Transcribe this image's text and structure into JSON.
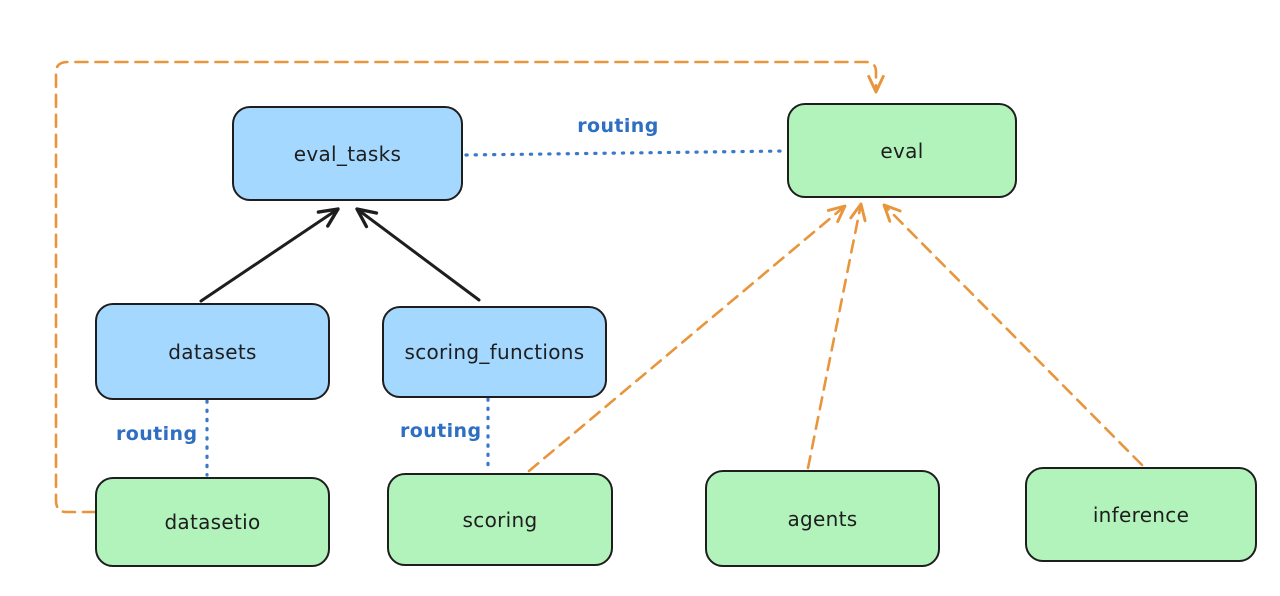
{
  "nodes": {
    "eval_tasks": {
      "label": "eval_tasks",
      "variant": "blue"
    },
    "eval": {
      "label": "eval",
      "variant": "green"
    },
    "datasets": {
      "label": "datasets",
      "variant": "blue"
    },
    "scoring_functions": {
      "label": "scoring_functions",
      "variant": "blue"
    },
    "datasetio": {
      "label": "datasetio",
      "variant": "green"
    },
    "scoring": {
      "label": "scoring",
      "variant": "green"
    },
    "agents": {
      "label": "agents",
      "variant": "green"
    },
    "inference": {
      "label": "inference",
      "variant": "green"
    }
  },
  "edges": {
    "eval_tasks__eval": {
      "from": "eval_tasks",
      "to": "eval",
      "style": "dotted",
      "color": "#3b78c9",
      "label": "routing"
    },
    "datasets__datasetio": {
      "from": "datasets",
      "to": "datasetio",
      "style": "dotted",
      "color": "#3b78c9",
      "label": "routing"
    },
    "scoring_functions__scoring": {
      "from": "scoring_functions",
      "to": "scoring",
      "style": "dotted",
      "color": "#3b78c9",
      "label": "routing"
    },
    "datasets__eval_tasks": {
      "from": "datasets",
      "to": "eval_tasks",
      "style": "solid-arrow",
      "color": "#1e1e1e"
    },
    "scoring_functions__eval_tasks": {
      "from": "scoring_functions",
      "to": "eval_tasks",
      "style": "solid-arrow",
      "color": "#1e1e1e"
    },
    "datasetio__eval": {
      "from": "datasetio",
      "to": "eval",
      "style": "dashed-arrow",
      "color": "#e8953c"
    },
    "scoring__eval": {
      "from": "scoring",
      "to": "eval",
      "style": "dashed-arrow",
      "color": "#e8953c"
    },
    "agents__eval": {
      "from": "agents",
      "to": "eval",
      "style": "dashed-arrow",
      "color": "#e8953c"
    },
    "inference__eval": {
      "from": "inference",
      "to": "eval",
      "style": "dashed-arrow",
      "color": "#e8953c"
    }
  },
  "colors": {
    "node_blue_fill": "#a5d8ff",
    "node_green_fill": "#b2f2bb",
    "node_stroke": "#1e1e1e",
    "routing_line_blue": "#3b78c9",
    "routing_label_blue": "#2e6fc2",
    "dashed_orange": "#e8953c",
    "background": "#ffffff"
  }
}
